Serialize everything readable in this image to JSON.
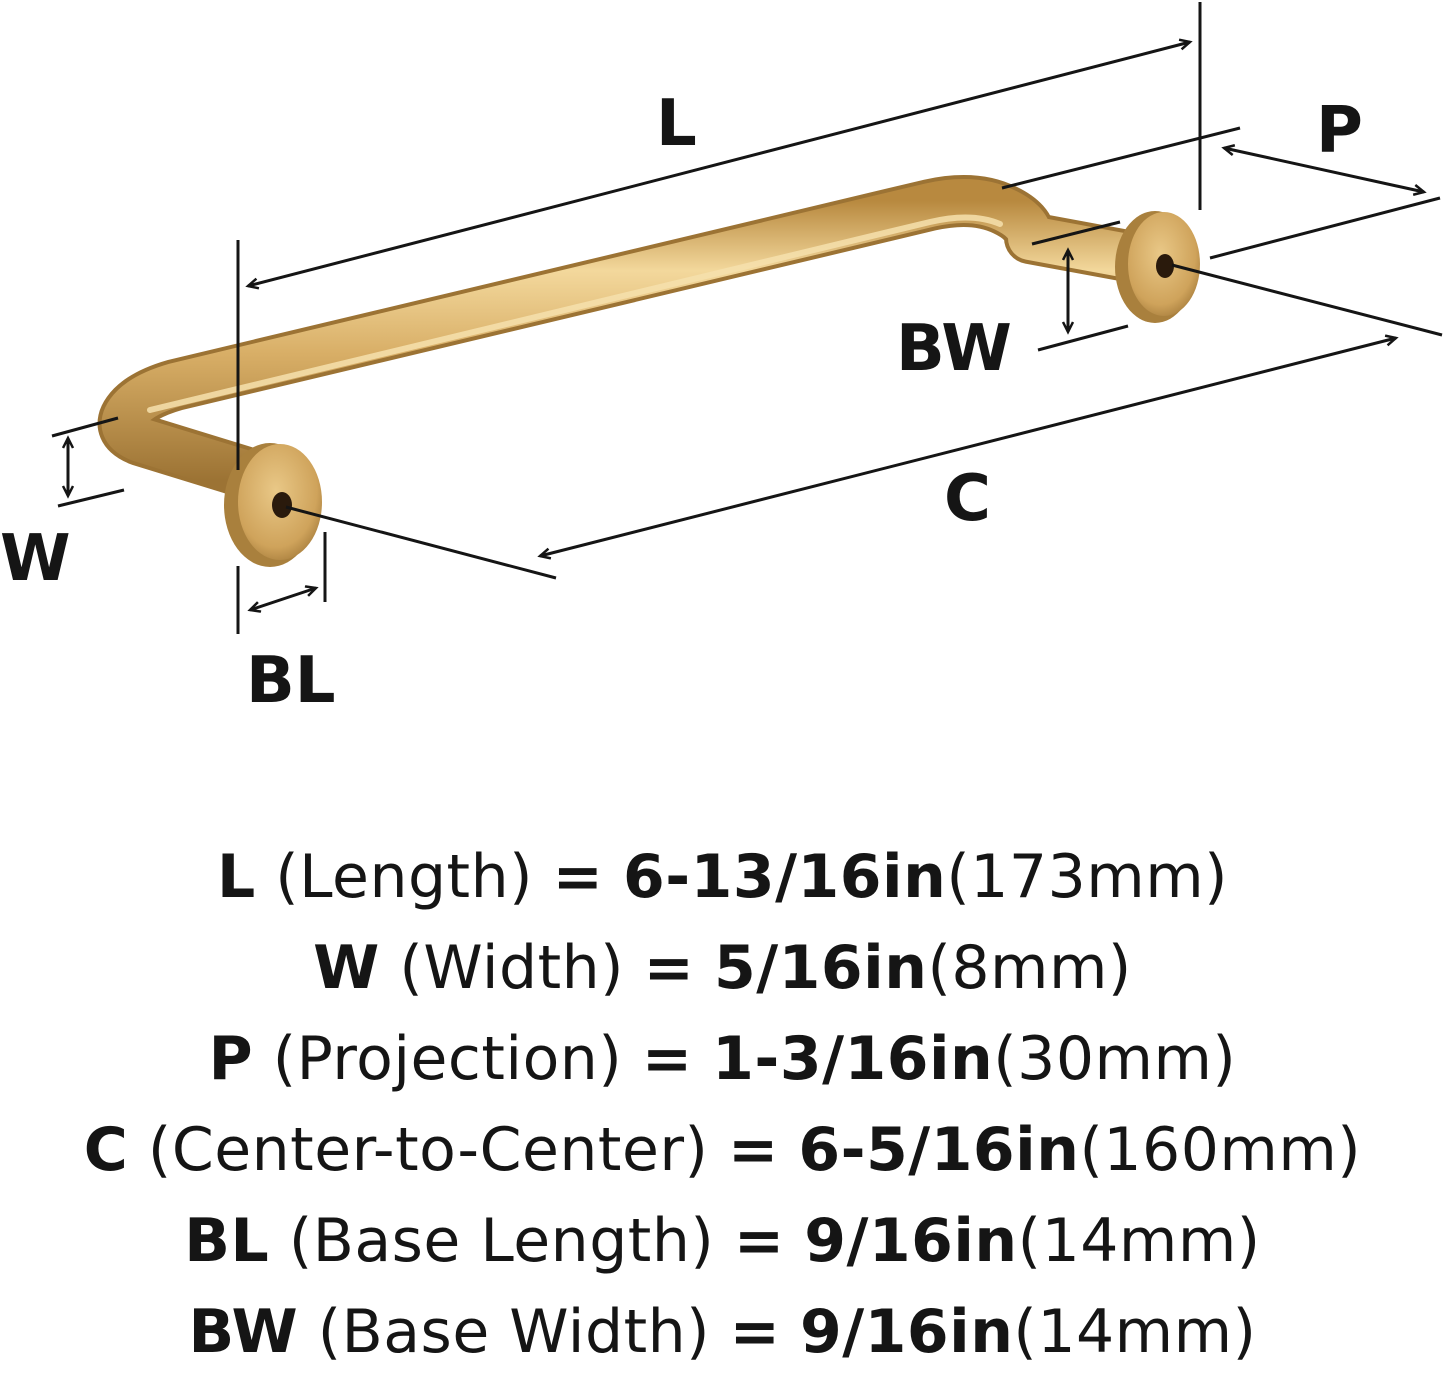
{
  "diagram": {
    "labels": {
      "L": "L",
      "P": "P",
      "BW": "BW",
      "W": "W",
      "C": "C",
      "BL": "BL"
    },
    "colors": {
      "brass": "#d8ae66",
      "brass_dark": "#a9803d",
      "brass_light": "#f3d89c",
      "line": "#151515"
    }
  },
  "specs": [
    {
      "abbr": "L",
      "name": "(Length)",
      "eq": "=",
      "imperial": "6-13/16in",
      "metric": "(173mm)"
    },
    {
      "abbr": "W",
      "name": "(Width)",
      "eq": "=",
      "imperial": "5/16in",
      "metric": "(8mm)"
    },
    {
      "abbr": "P",
      "name": "(Projection)",
      "eq": "=",
      "imperial": "1-3/16in",
      "metric": "(30mm)"
    },
    {
      "abbr": "C",
      "name": "(Center-to-Center)",
      "eq": "=",
      "imperial": "6-5/16in",
      "metric": "(160mm)"
    },
    {
      "abbr": "BL",
      "name": "(Base Length)",
      "eq": "=",
      "imperial": "9/16in",
      "metric": "(14mm)"
    },
    {
      "abbr": "BW",
      "name": "(Base Width)",
      "eq": "=",
      "imperial": "9/16in",
      "metric": "(14mm)"
    }
  ]
}
